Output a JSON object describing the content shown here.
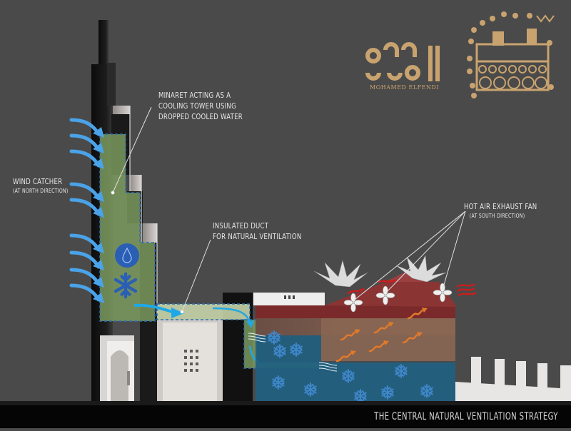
{
  "diagram": {
    "title": "THE CENTRAL NATURAL VENTILATION STRATEGY",
    "background_color": "#4a4a4a",
    "labels": {
      "minaret": [
        "MINARET  ACTING AS A",
        "COOLING TOWER USING",
        "DROPPED COOLED WATER"
      ],
      "wind_catcher": {
        "title": "WIND CATCHER",
        "subtitle": "(AT NORTH DIRECTION)"
      },
      "duct": [
        "INSULATED DUCT",
        "FOR NATURAL VENTILATION"
      ],
      "exhaust_fan": {
        "title": "HOT AIR EXHAUST FAN",
        "subtitle": "(AT SOUTH DIRECTION)"
      }
    },
    "logo": {
      "author": "MOHAMED ELFENDI",
      "color": "#c9a36f"
    },
    "icons": {
      "water_drop": "water-drop-icon",
      "snowflake": "snowflake-icon",
      "fan": "fan-icon",
      "wind_arrow": "wind-arrow-icon",
      "hot_air_arrow": "hot-air-arrow-icon"
    },
    "colors": {
      "wind_arrow": "#4aa3e8",
      "cool_zone": "#1f5f80",
      "green_zone": "#6e8a55",
      "hot_air": "#e07a2a",
      "exhaust": "#c81e1e",
      "roof": "#7a2a2a",
      "snowflake": "#3f86c8"
    }
  }
}
